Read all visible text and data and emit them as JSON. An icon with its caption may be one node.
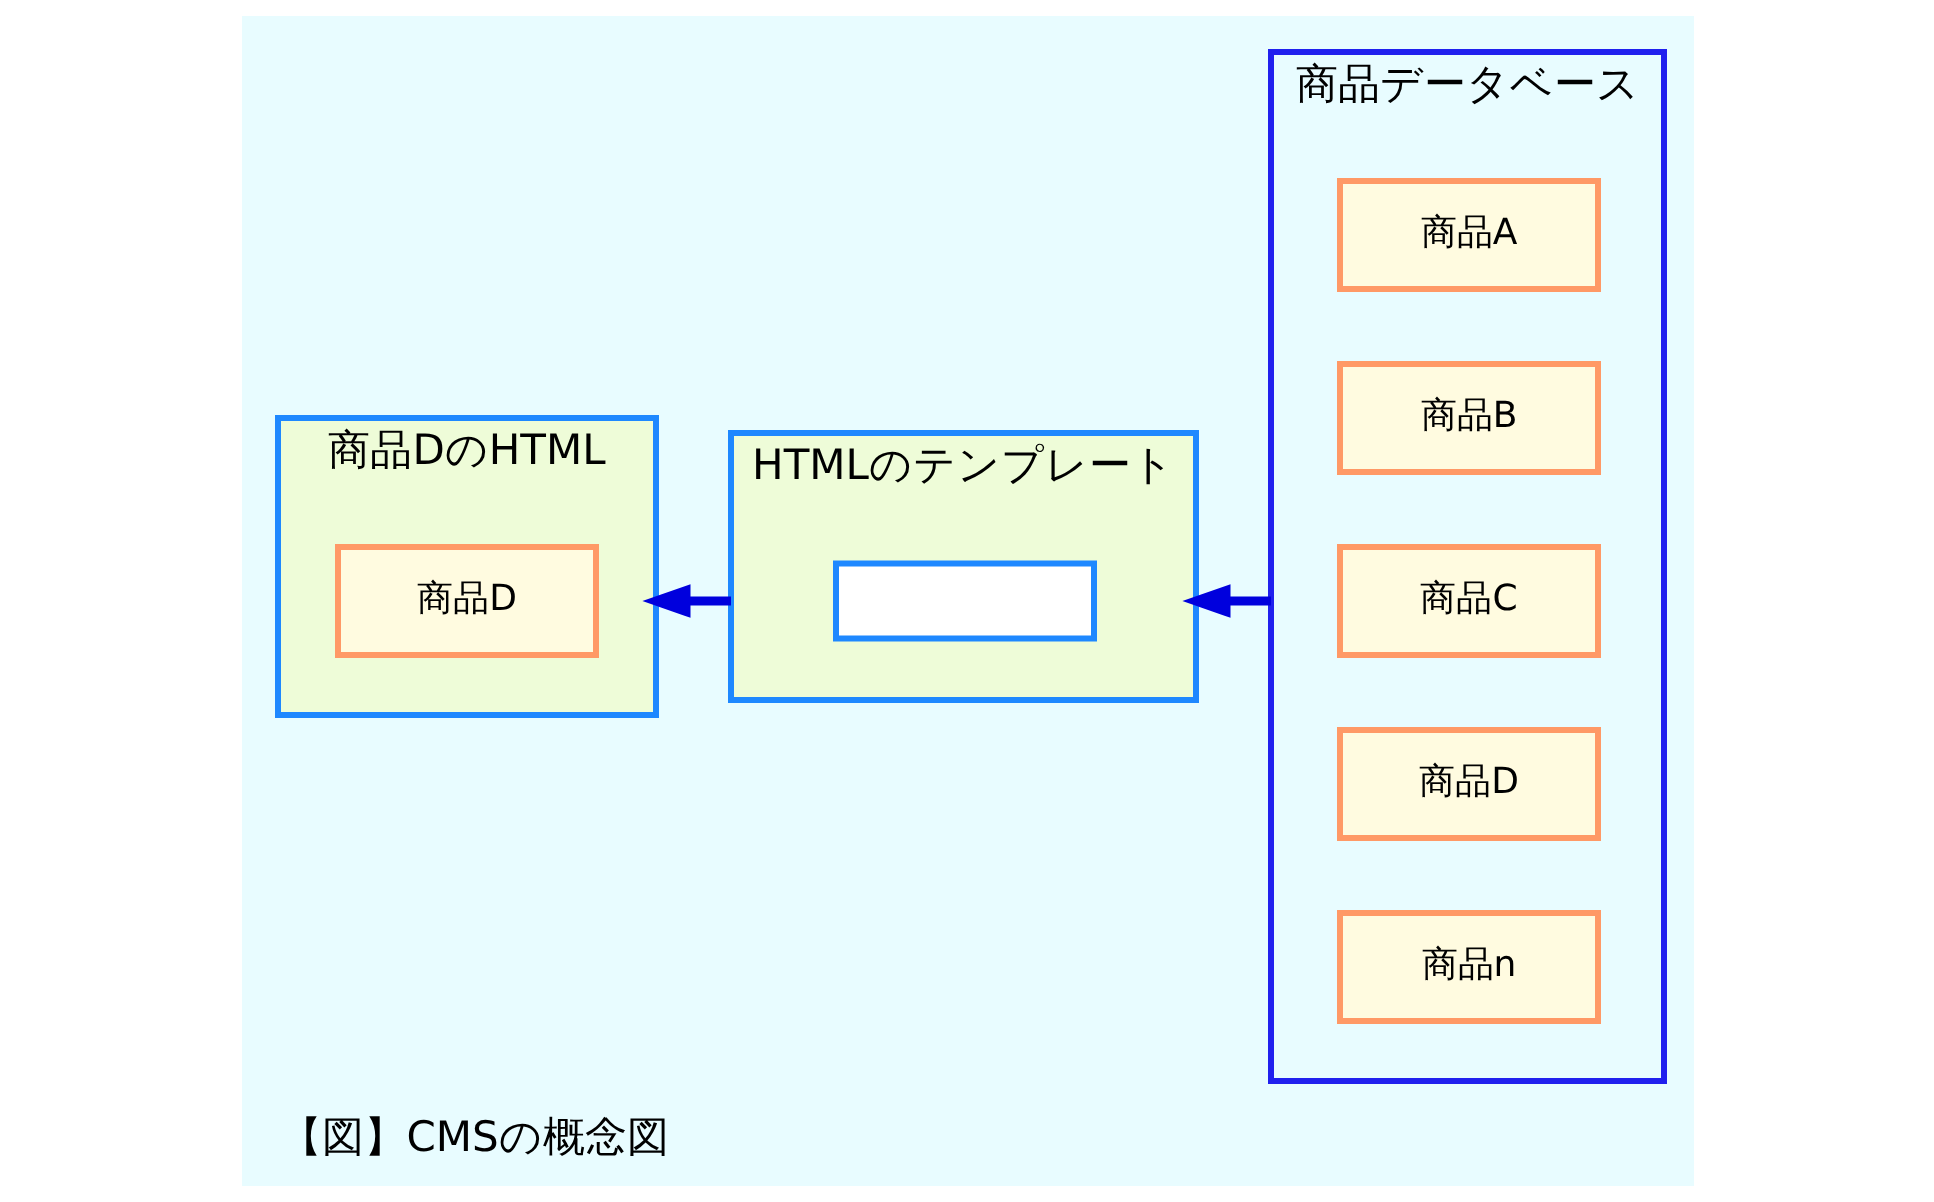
{
  "diagram": {
    "caption": "【図】CMSの概念図",
    "nodes": [
      {
        "text": [
          "商品DのHTML"
        ]
      },
      {
        "text": [
          "商品D"
        ],
        "in": 0
      },
      {
        "text": [
          "HTMLのテンプレート"
        ]
      },
      {
        "text": [],
        "shape": "box",
        "in": 2
      },
      {
        "text": [
          "商品データベース"
        ]
      },
      {
        "text": [
          "商品A"
        ],
        "in": 4
      },
      {
        "text": [
          "商品B"
        ],
        "in": 4
      },
      {
        "text": [
          "商品C"
        ],
        "in": 4
      },
      {
        "text": [
          "商品D"
        ],
        "in": 4
      },
      {
        "text": [
          "商品n"
        ],
        "in": 4
      }
    ],
    "edges": [
      {
        "from": 4,
        "to": 2,
        "arrow": "to"
      },
      {
        "from": 2,
        "to": 0,
        "arrow": "to"
      }
    ]
  }
}
